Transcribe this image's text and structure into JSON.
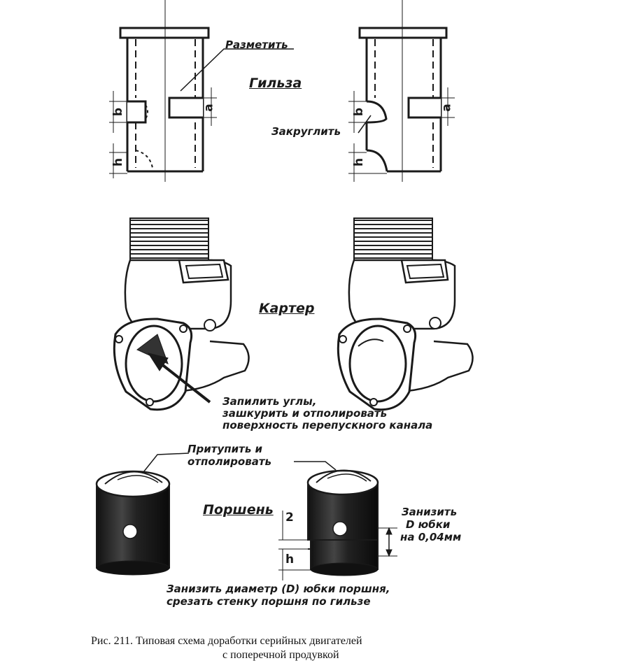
{
  "labels": {
    "mark": "Разметить",
    "sleeve": "Гильза",
    "round": "Закруглить",
    "crankcase": "Картер",
    "crankcase_note_1": "Запилить углы,",
    "crankcase_note_2": "зашкурить и отполировать",
    "crankcase_note_3": "поверхность перепускного канала",
    "blunt_1": "Притупить и",
    "blunt_2": "отполировать",
    "piston": "Поршень",
    "lower_1": "Занизить",
    "lower_2": "D юбки",
    "lower_3": "на 0,04мм",
    "piston_note_1": "Занизить диаметр (D) юбки поршня,",
    "piston_note_2": "срезать стенку поршня по гильзе"
  },
  "dims": {
    "b": "b",
    "a": "a",
    "h": "h",
    "two": "2"
  },
  "caption": {
    "line1": "Рис. 211.   Типовая схема доработки серийных двигателей",
    "line2": "с поперечной продувкой"
  }
}
